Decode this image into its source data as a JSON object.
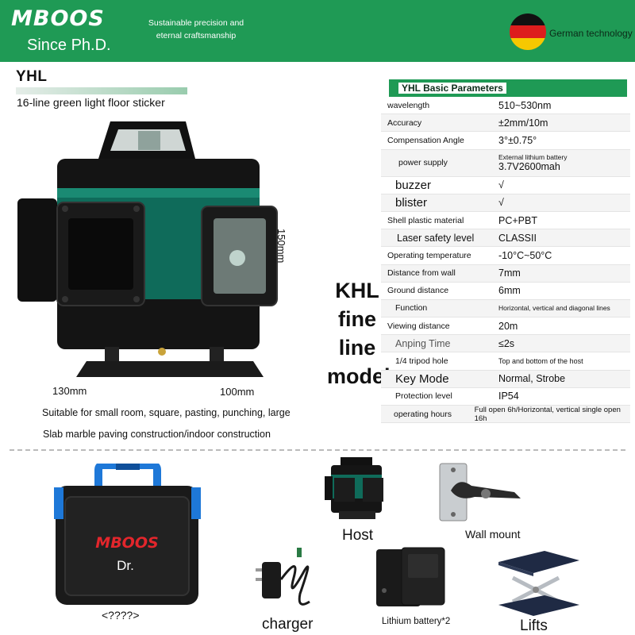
{
  "header": {
    "brand": "MBOOS",
    "since": "Since Ph.D.",
    "tagline": "Sustainable precision and eternal craftsmanship",
    "country": "German technology"
  },
  "product": {
    "model": "YHL",
    "subtitle": "16-line green light floor sticker",
    "height": "150mm",
    "width": "130mm",
    "depth": "100mm",
    "caption_1": "Suitable for small room, square, pasting, punching, large",
    "caption_2": "Slab marble paving construction/indoor construction"
  },
  "model_label": "KHL fine line model",
  "params": {
    "title": "YHL Basic Parameters",
    "rows": [
      {
        "label": "wavelength",
        "value": "510~530nm"
      },
      {
        "label": "Accuracy",
        "value": "±2mm/10m"
      },
      {
        "label": "Compensation Angle",
        "value": "3°±0.75°"
      },
      {
        "label": "power supply",
        "value": "3.7V2600mah",
        "note": "External lithium battery"
      },
      {
        "label": "buzzer",
        "value": "√"
      },
      {
        "label": "blister",
        "value": "√"
      },
      {
        "label": "Shell plastic material",
        "value": "PC+PBT"
      },
      {
        "label": "Laser safety level",
        "value": "CLASSII"
      },
      {
        "label": "Operating temperature",
        "value": "-10°C~50°C"
      },
      {
        "label": "Distance from wall",
        "value": "7mm"
      },
      {
        "label": "Ground distance",
        "value": "6mm"
      },
      {
        "label": "Function",
        "value": "Horizontal, vertical and diagonal lines"
      },
      {
        "label": "Viewing distance",
        "value": "20m"
      },
      {
        "label": "Anping Time",
        "value": "≤2s"
      },
      {
        "label": "1/4 tripod hole",
        "value": "Top and bottom of the host"
      },
      {
        "label": "Key Mode",
        "value": "Normal, Strobe"
      },
      {
        "label": "Protection level",
        "value": "IP54"
      },
      {
        "label": "operating hours",
        "value": "Full open 6h/Horizontal, vertical single open 16h"
      }
    ]
  },
  "accessories": {
    "case_brand": "MBOOS",
    "case_sub": "Dr.",
    "case_label": "<????>",
    "host": "Host",
    "wall_mount": "Wall mount",
    "charger": "charger",
    "battery": "Lithium battery*2",
    "lifts": "Lifts"
  },
  "colors": {
    "brand_green": "#1f9a55",
    "product_teal": "#127463",
    "case_blue": "#1e78d8",
    "case_red": "#e3262c"
  }
}
